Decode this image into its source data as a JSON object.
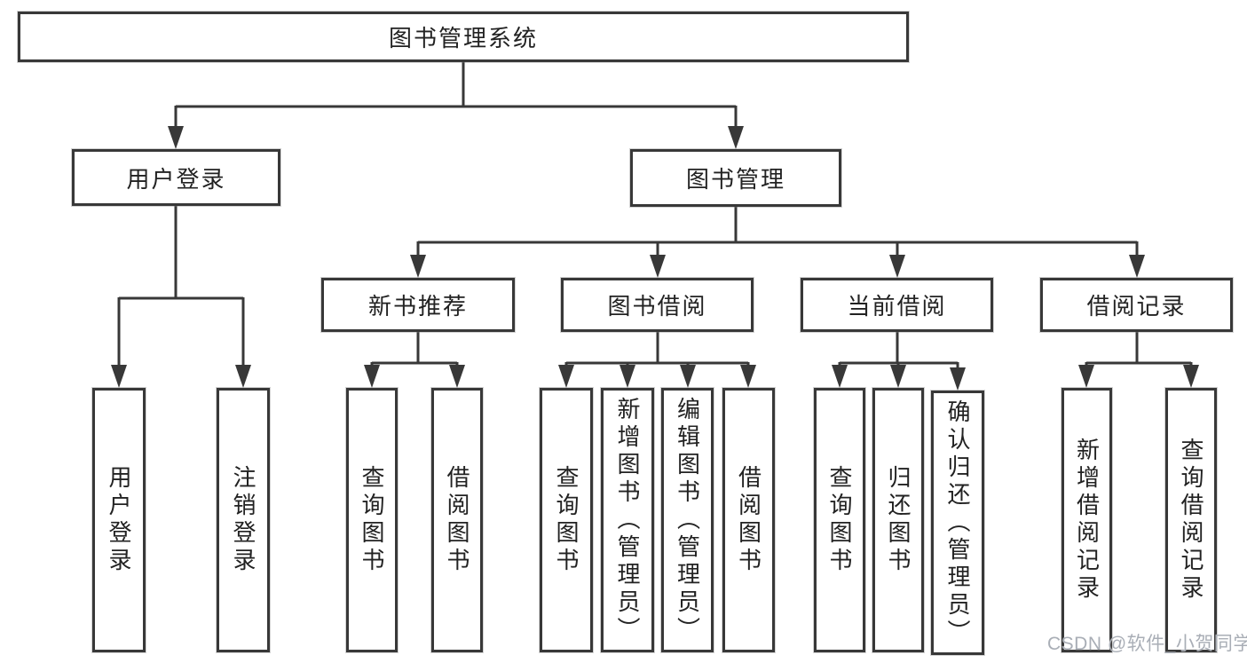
{
  "nodes": {
    "root": "图书管理系统",
    "user_login": "用户登录",
    "book_management": "图书管理",
    "new_book_recommend": "新书推荐",
    "book_borrowing": "图书借阅",
    "current_borrowing": "当前借阅",
    "borrowing_records": "借阅记录",
    "leaf_user_login": "用户登录",
    "leaf_logout": "注销登录",
    "leaf_nbr_query_books": "查询图书",
    "leaf_nbr_borrow_books": "借阅图书",
    "leaf_bb_query_books": "查询图书",
    "leaf_bb_add_books": "新增图书（管理员）",
    "leaf_bb_edit_books": "编辑图书（管理员）",
    "leaf_bb_borrow_books": "借阅图书",
    "leaf_cb_query_books": "查询图书",
    "leaf_cb_return_books": "归还图书",
    "leaf_cb_confirm_return": "确认归还（管理员）",
    "leaf_br_add_record": "新增借阅记录",
    "leaf_br_query_record": "查询借阅记录"
  },
  "watermark": "CSDN @软件_小贺同学",
  "colors": {
    "line": "#383838",
    "text": "#222222",
    "background": "#ffffff",
    "watermark": "#a9aeb6"
  }
}
